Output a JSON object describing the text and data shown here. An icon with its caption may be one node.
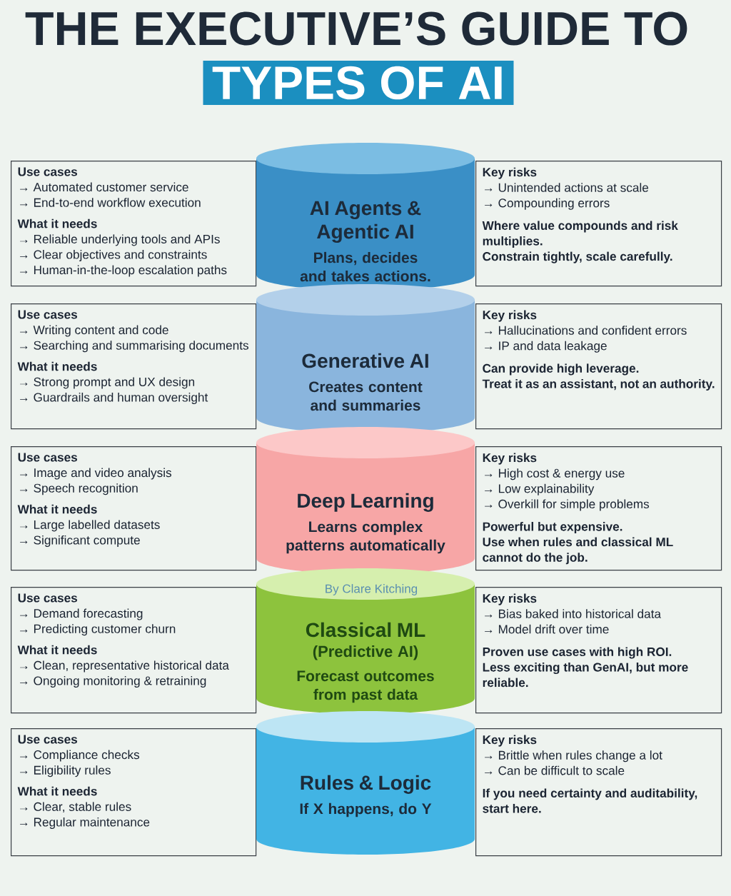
{
  "diagram": {
    "title": "THE EXECUTIVE’S GUIDE TO",
    "nodes": [
      {
        "text": [
          "TYPES OF AI"
        ]
      },
      {
        "text": [
          "Use cases",
          "→ Automated customer service",
          "→ End-to-end workflow execution",
          "What it needs",
          "→ Reliable underlying tools and APIs",
          "→ Clear objectives and constraints",
          "→ Human-in-the-loop escalation paths"
        ]
      },
      {
        "text": [
          "AI Agents & Agentic AI",
          "Plans, decides and takes actions."
        ]
      },
      {
        "text": [
          "Key risks",
          "→ Unintended actions at scale",
          "→ Compounding errors",
          "Where value compounds and risk multiplies.",
          "Constrain tightly, scale carefully."
        ]
      },
      {
        "text": [
          "Use cases",
          "→ Writing content and code",
          "→ Searching and summarising documents",
          "What it needs",
          "→ Strong prompt and UX design",
          "→ Guardrails and human oversight"
        ]
      },
      {
        "text": [
          "Generative AI",
          "Creates content and summaries"
        ]
      },
      {
        "text": [
          "Key risks",
          "→ Hallucinations and confident errors",
          "→ IP and data leakage",
          "Can provide high leverage.",
          "Treat it as an assistant, not an authority."
        ]
      },
      {
        "text": [
          "Use cases",
          "→ Image and video analysis",
          "→ Speech recognition",
          "What it needs",
          "→ Large labelled datasets",
          "→ Significant compute"
        ]
      },
      {
        "text": [
          "Deep Learning",
          "Learns complex patterns automatically"
        ]
      },
      {
        "text": [
          "Key risks",
          "→ High cost & energy use",
          "→ Low explainability",
          "→ Overkill for simple problems",
          "Powerful but expensive.",
          "Use when rules and classical ML cannot do the job."
        ]
      },
      {
        "text": [
          "Use cases",
          "→ Demand forecasting",
          "→ Predicting customer churn",
          "What it needs",
          "→ Clean, representative historical data",
          "→ Ongoing monitoring & retraining"
        ]
      },
      {
        "text": [
          "Classical ML",
          "(Predictive AI)",
          "Forecast outcomes from past data"
        ]
      },
      {
        "text": [
          "Key risks",
          "→ Bias baked into historical data",
          "→ Model drift over time",
          "Proven use cases with high ROI.",
          "Less exciting than GenAI, but more reliable."
        ]
      },
      {
        "text": [
          "Use cases",
          "→ Compliance checks",
          "→ Eligibility rules",
          "What it needs",
          "→ Clear, stable rules",
          "→ Regular maintenance"
        ]
      },
      {
        "text": [
          "Rules & Logic",
          "If X happens, do Y"
        ]
      },
      {
        "text": [
          "Key risks",
          "→ Brittle when rules change a lot",
          "→ Can be difficult to scale",
          "If you need certainty and auditability, start here."
        ]
      }
    ],
    "labels": [
      "By Clare Kitching"
    ]
  }
}
